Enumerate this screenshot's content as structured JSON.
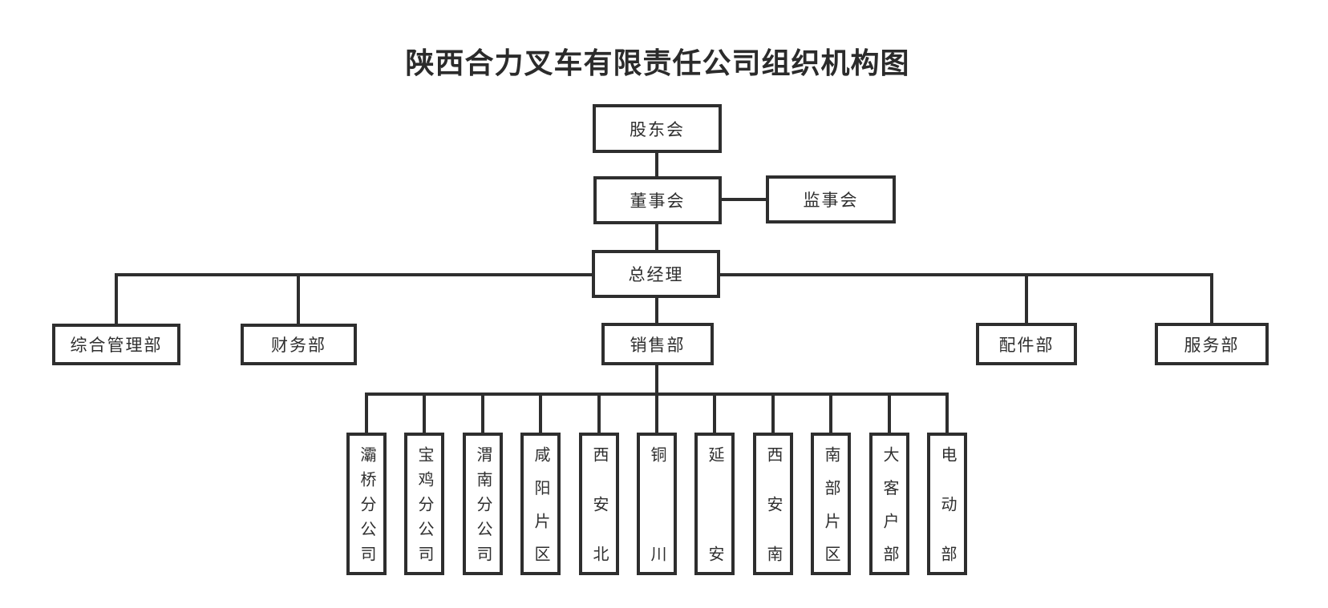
{
  "title": "陕西合力叉车有限责任公司组织机构图",
  "org": {
    "shareholders": "股东会",
    "board": "董事会",
    "supervisory": "监事会",
    "general_manager": "总经理",
    "departments": {
      "admin": "综合管理部",
      "finance": "财务部",
      "sales": "销售部",
      "parts": "配件部",
      "service": "服务部"
    },
    "sales_units": [
      "灞桥分公司",
      "宝鸡分公司",
      "渭南分公司",
      "咸阳片区",
      "西安北",
      "铜川",
      "延安",
      "西安南",
      "南部片区",
      "大客户部",
      "电动部"
    ]
  },
  "colors": {
    "line": "#2e2e2e",
    "text": "#2f2f2f",
    "background": "#ffffff"
  }
}
